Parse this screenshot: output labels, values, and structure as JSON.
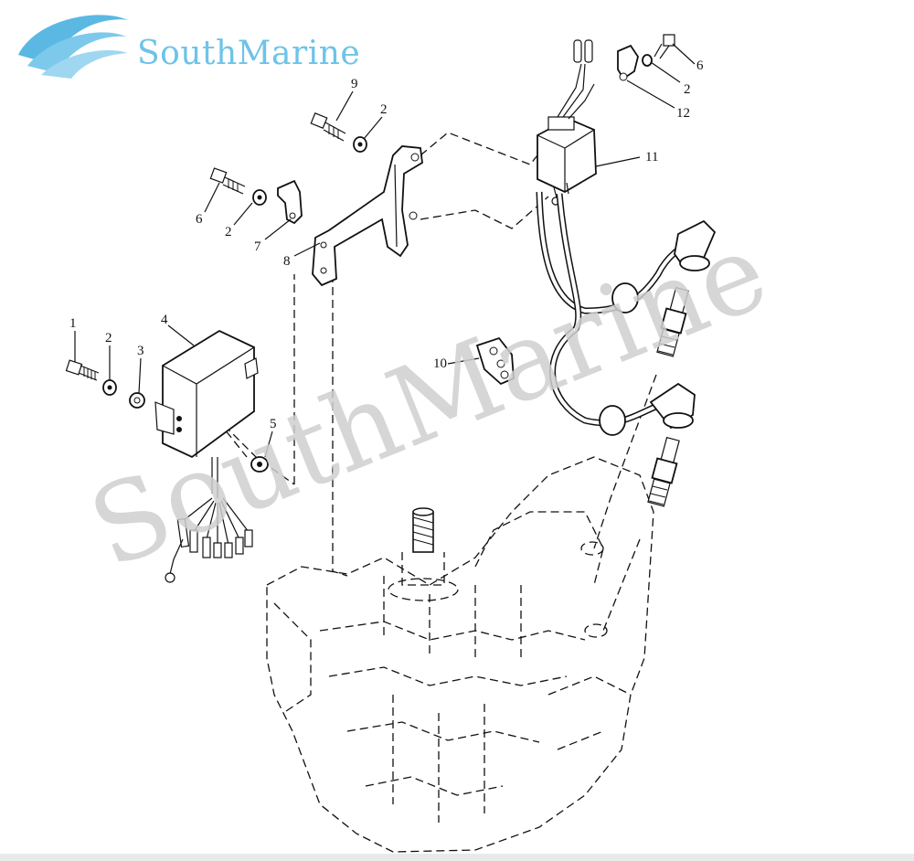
{
  "brand": {
    "name": "SouthMarine",
    "watermark": "SouthMarine",
    "color": "#6ec3e8"
  },
  "labels": {
    "l1": "1",
    "l2a": "2",
    "l2b": "2",
    "l2c": "2",
    "l2d": "2",
    "l3": "3",
    "l4": "4",
    "l5": "5",
    "l6a": "6",
    "l6b": "6",
    "l7": "7",
    "l8": "8",
    "l9": "9",
    "l10": "10",
    "l11": "11",
    "l12": "12"
  }
}
